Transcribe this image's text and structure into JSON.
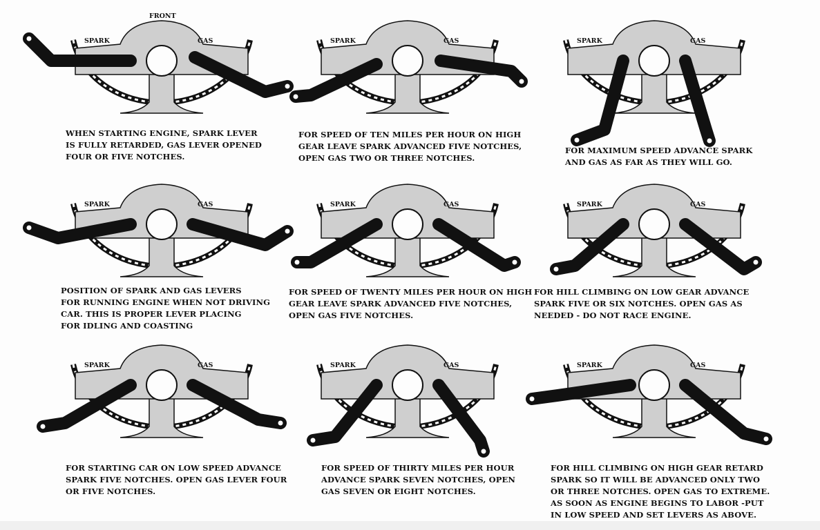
{
  "labels": {
    "front": "FRONT",
    "spark": "SPARK",
    "gas": "GAS"
  },
  "panels": [
    {
      "id": "starting-engine",
      "show_front": true,
      "caption": [
        "WHEN STARTING ENGINE, SPARK LEVER",
        "IS FULLY RETARDED, GAS LEVER OPENED",
        "FOUR OR FIVE NOTCHES."
      ]
    },
    {
      "id": "ten-mph",
      "show_front": false,
      "caption": [
        "FOR SPEED OF TEN MILES PER HOUR ON HIGH",
        "GEAR LEAVE SPARK ADVANCED FIVE NOTCHES,",
        "OPEN GAS TWO OR THREE NOTCHES."
      ]
    },
    {
      "id": "maximum-speed",
      "show_front": false,
      "caption": [
        "FOR MAXIMUM SPEED ADVANCE SPARK",
        "AND GAS AS FAR AS THEY WILL GO."
      ]
    },
    {
      "id": "idling",
      "show_front": false,
      "caption": [
        "POSITION OF SPARK AND GAS LEVERS",
        "FOR RUNNING ENGINE WHEN NOT DRIVING",
        "CAR. THIS IS PROPER LEVER PLACING",
        "FOR IDLING AND COASTING"
      ]
    },
    {
      "id": "twenty-mph",
      "show_front": false,
      "caption": [
        "FOR SPEED OF TWENTY MILES PER HOUR ON HIGH",
        "GEAR LEAVE SPARK ADVANCED FIVE NOTCHES,",
        "OPEN GAS FIVE NOTCHES."
      ]
    },
    {
      "id": "hill-low-gear",
      "show_front": false,
      "caption": [
        "FOR HILL CLIMBING ON LOW GEAR ADVANCE",
        "SPARK FIVE OR SIX NOTCHES. OPEN GAS AS",
        "NEEDED - DO NOT RACE ENGINE."
      ]
    },
    {
      "id": "starting-car-low",
      "show_front": false,
      "caption": [
        "FOR STARTING CAR ON LOW SPEED ADVANCE",
        "SPARK FIVE NOTCHES. OPEN GAS LEVER FOUR",
        "OR FIVE NOTCHES."
      ]
    },
    {
      "id": "thirty-mph",
      "show_front": false,
      "caption": [
        "FOR SPEED OF THIRTY MILES PER HOUR",
        "ADVANCE SPARK SEVEN NOTCHES, OPEN",
        "GAS SEVEN OR EIGHT NOTCHES."
      ]
    },
    {
      "id": "hill-high-gear",
      "show_front": false,
      "caption": [
        "FOR HILL CLIMBING ON HIGH GEAR RETARD",
        "SPARK SO IT WILL BE ADVANCED ONLY TWO",
        "OR THREE NOTCHES. OPEN GAS TO EXTREME.",
        "AS SOON AS ENGINE BEGINS TO LABOR -PUT",
        "IN LOW SPEED AND SET LEVERS AS ABOVE."
      ]
    }
  ],
  "colors": {
    "ink": "#111111",
    "hatch": "#cfcfcf",
    "paper": "#fdfdfd"
  }
}
